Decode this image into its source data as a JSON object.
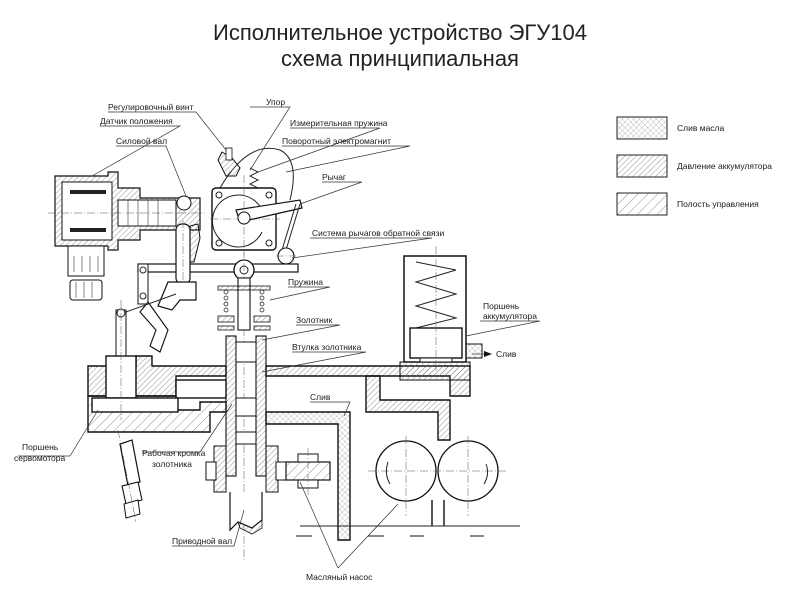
{
  "title": {
    "line1": "Исполнительное устройство ЭГУ104",
    "line2": "схема принципиальная"
  },
  "legend": {
    "items": [
      {
        "label": "Слив масла",
        "pattern": "crosshatch-dots"
      },
      {
        "label": "Давление аккумулятора",
        "pattern": "dense-hatch"
      },
      {
        "label": "Полость управления",
        "pattern": "sparse-hatch"
      }
    ]
  },
  "labels": {
    "adjusting_screw": "Регулировочный винт",
    "stop": "Упор",
    "position_sensor": "Датчик положения",
    "measuring_spring": "Измерительная пружина",
    "power_shaft": "Силовой вал",
    "rotary_electromagnet": "Поворотный электромагнит",
    "lever": "Рычаг",
    "feedback_lever_system": "Система рычагов обратной связи",
    "spring": "Пружина",
    "spool": "Золотник",
    "spool_sleeve": "Втулка золотника",
    "accumulator_piston_1": "Поршень",
    "accumulator_piston_2": "аккумулятора",
    "drain_right": "Слив",
    "drain_center": "Слив",
    "servomotor_piston_1": "Поршень",
    "servomotor_piston_2": "сервомотора",
    "spool_working_edge_1": "Рабочая кромка",
    "spool_working_edge_2": "золотника",
    "drive_shaft": "Приводной вал",
    "oil_pump": "Масляный насос"
  },
  "colors": {
    "line": "#111111",
    "hatch": "#666666",
    "background": "#ffffff"
  }
}
